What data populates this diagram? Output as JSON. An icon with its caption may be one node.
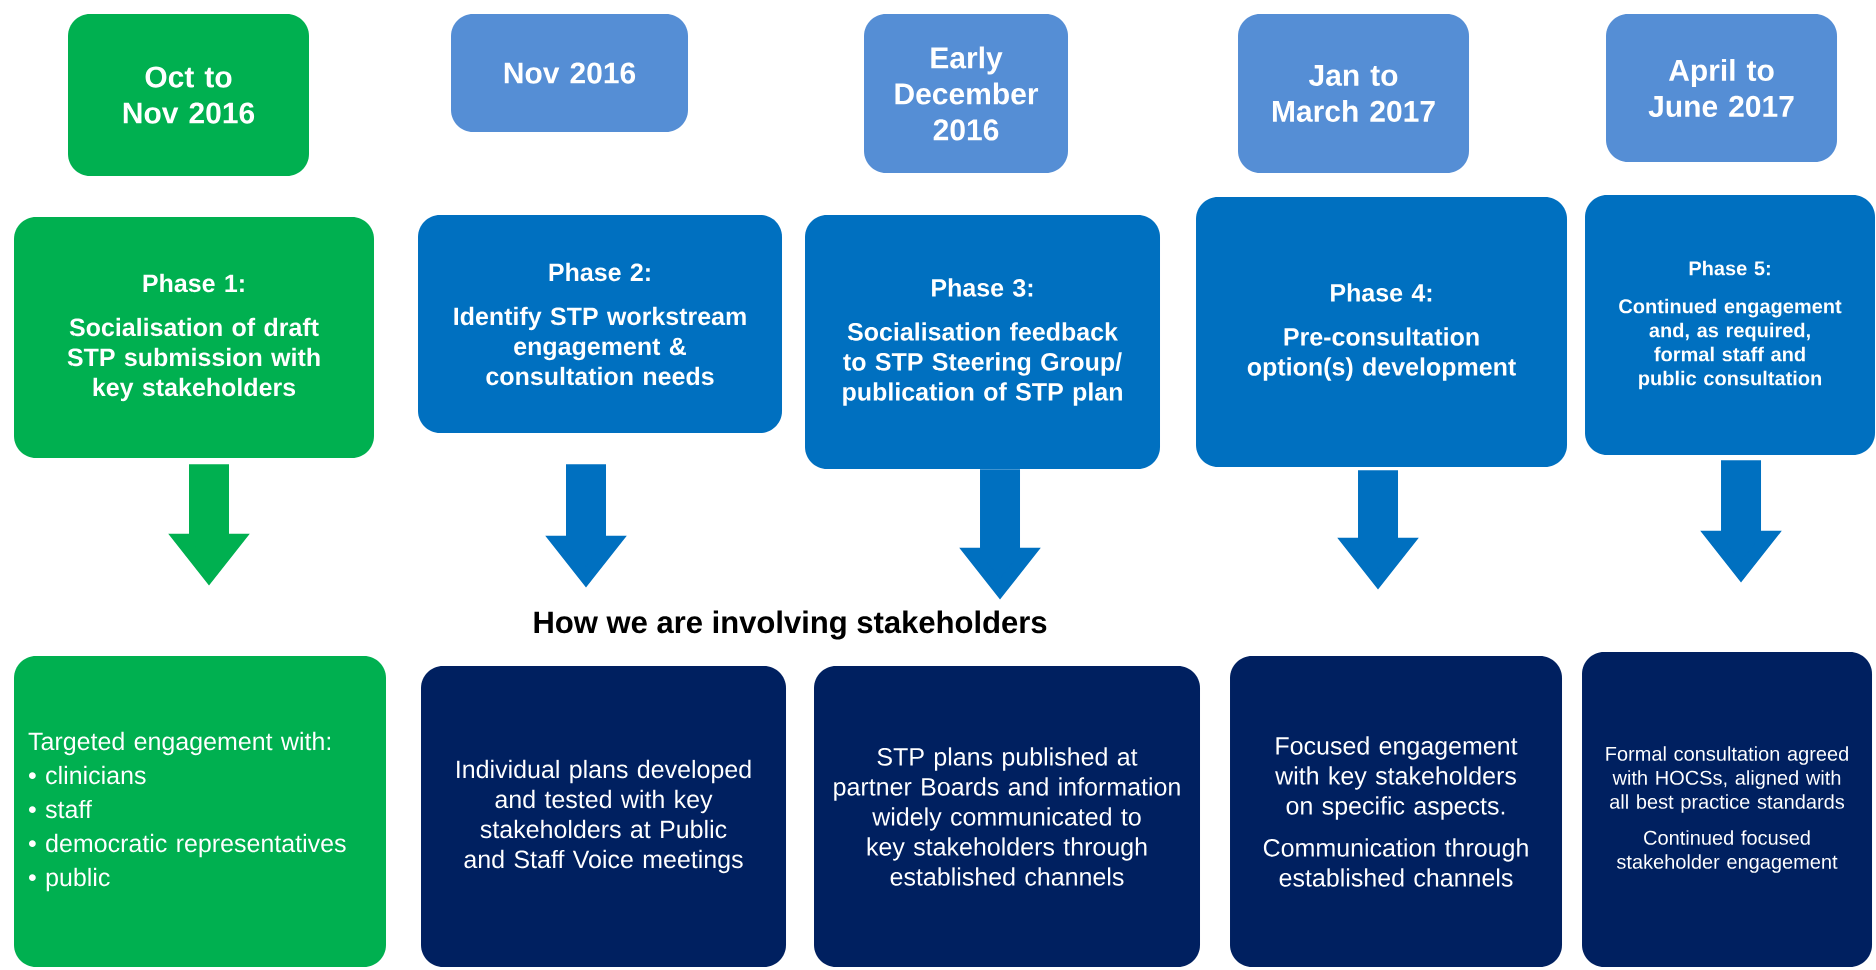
{
  "diagram": {
    "nodes": [
      {
        "text": [
          "Oct to Nov 2016"
        ]
      },
      {
        "text": [
          "Nov 2016"
        ]
      },
      {
        "text": [
          "Early December 2016"
        ]
      },
      {
        "text": [
          "Jan to March 2017"
        ]
      },
      {
        "text": [
          "April to June 2017"
        ]
      },
      {
        "text": [
          "Phase 1:",
          "Socialisation of draft STP submission with key stakeholders"
        ]
      },
      {
        "text": [
          "Phase 2:",
          "Identify STP workstream engagement & consultation needs"
        ]
      },
      {
        "text": [
          "Phase 3:",
          "Socialisation feedback to STP Steering Group/ publication of STP plan"
        ]
      },
      {
        "text": [
          "Phase 4:",
          "Pre-consultation option(s) development"
        ]
      },
      {
        "text": [
          "Phase 5:",
          "Continued engagement and, as required, formal staff and public consultation"
        ]
      },
      {
        "text": [
          "Targeted engagement with:",
          "• clinicians",
          "• staff",
          "• democratic representatives",
          "• public"
        ]
      },
      {
        "text": [
          "Individual plans developed and tested with key stakeholders at Public and Staff Voice meetings"
        ]
      },
      {
        "text": [
          "STP plans published at partner Boards and information widely communicated to key stakeholders through established channels"
        ]
      },
      {
        "text": [
          "Focused engagement with key stakeholders on specific aspects.",
          "Communication through established channels"
        ]
      },
      {
        "text": [
          "Formal consultation agreed with HOCSs, aligned with all best practice standards",
          "Continued focused stakeholder engagement"
        ]
      }
    ],
    "edges": [
      {
        "from": 5,
        "to": 10,
        "arrow": "to",
        "color": "#00b050"
      },
      {
        "from": 6,
        "to": 11,
        "arrow": "to"
      },
      {
        "from": 7,
        "to": 12,
        "arrow": "to"
      },
      {
        "from": 8,
        "to": 13,
        "arrow": "to"
      },
      {
        "from": 9,
        "to": 14,
        "arrow": "to"
      }
    ],
    "labels": [
      "How we are involving stakeholders"
    ]
  }
}
